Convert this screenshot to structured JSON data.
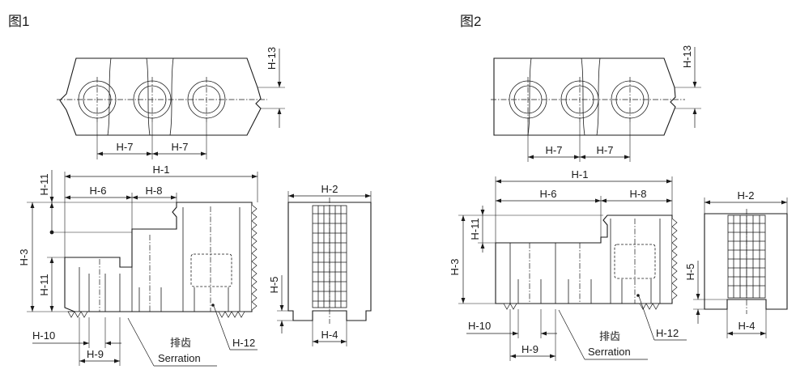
{
  "figures": [
    {
      "title": "图1",
      "dims": {
        "h1": "H-1",
        "h2": "H-2",
        "h3": "H-3",
        "h4": "H-4",
        "h5": "H-5",
        "h6": "H-6",
        "h7a": "H-7",
        "h7b": "H-7",
        "h8": "H-8",
        "h9": "H-9",
        "h10": "H-10",
        "h11a": "H-11",
        "h11b": "H-11",
        "h12": "H-12",
        "h13": "H-13"
      },
      "serration_cn": "排齿",
      "serration_en": "Serration"
    },
    {
      "title": "图2",
      "dims": {
        "h1": "H-1",
        "h2": "H-2",
        "h3": "H-3",
        "h4": "H-4",
        "h5": "H-5",
        "h6": "H-6",
        "h7a": "H-7",
        "h7b": "H-7",
        "h8": "H-8",
        "h9": "H-9",
        "h10": "H-10",
        "h11": "H-11",
        "h12": "H-12",
        "h13": "H-13"
      },
      "serration_cn": "排齿",
      "serration_en": "Serration"
    }
  ]
}
